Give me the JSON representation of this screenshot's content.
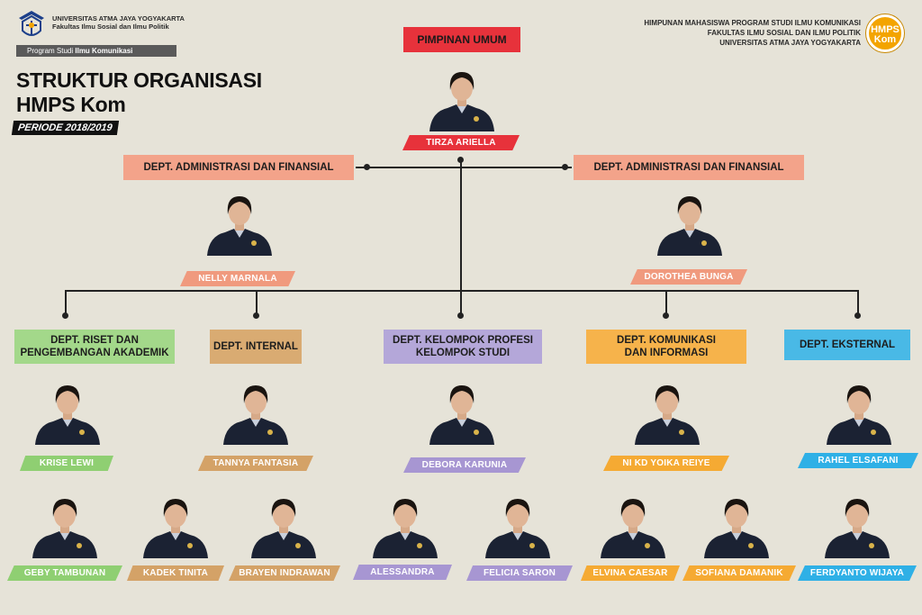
{
  "header": {
    "university_name": "UNIVERSITAS ATMA JAYA YOGYAKARTA",
    "faculty_name": "Fakultas Ilmu Sosial dan Ilmu Politik",
    "prodi_prefix": "Program Studi",
    "prodi_name": "Ilmu Komunikasi",
    "title_line1": "STRUKTUR ORGANISASI",
    "title_line2": "HMPS Kom",
    "periode": "PERIODE 2018/2019",
    "org_line1": "HIMPUNAN MAHASISWA PROGRAM STUDI ILMU KOMUNIKASI",
    "org_line2": "FAKULTAS ILMU SOSIAL DAN ILMU POLITIK",
    "org_line3": "UNIVERSITAS ATMA JAYA YOGYAKARTA",
    "logo_line1": "HMPS",
    "logo_line2": "Kom"
  },
  "pimpinan": {
    "label": "PIMPINAN UMUM",
    "name": "TIRZA ARIELLA"
  },
  "admin": [
    {
      "label": "DEPT. ADMINISTRASI DAN FINANSIAL",
      "name": "NELLY MARNALA"
    },
    {
      "label": "DEPT. ADMINISTRASI DAN FINANSIAL",
      "name": "DOROTHEA BUNGA"
    }
  ],
  "departments": [
    {
      "label_line1": "DEPT. RISET DAN",
      "label_line2": "PENGEMBANGAN AKADEMIK",
      "head": "KRISE LEWI",
      "color": "#a3d88a"
    },
    {
      "label_line1": "DEPT. INTERNAL",
      "label_line2": "",
      "head": "TANNYA FANTASIA",
      "color": "#d9ab72"
    },
    {
      "label_line1": "DEPT. KELOMPOK PROFESI",
      "label_line2": "KELOMPOK STUDI",
      "head": "DEBORA KARUNIA",
      "color": "#b4a7d9"
    },
    {
      "label_line1": "DEPT. KOMUNIKASI",
      "label_line2": "DAN INFORMASI",
      "head": "NI KD YOIKA REIYE",
      "color": "#f6b34b"
    },
    {
      "label_line1": "DEPT. EKSTERNAL",
      "label_line2": "",
      "head": "RAHEL ELSAFANI",
      "color": "#49b9e6"
    }
  ],
  "members": [
    "GEBY TAMBUNAN",
    "KADEK TINITA",
    "BRAYEN INDRAWAN",
    "ALESSANDRA",
    "FELICIA SARON",
    "ELVINA CAESAR",
    "SOFIANA DAMANIK",
    "FERDYANTO WIJAYA"
  ]
}
